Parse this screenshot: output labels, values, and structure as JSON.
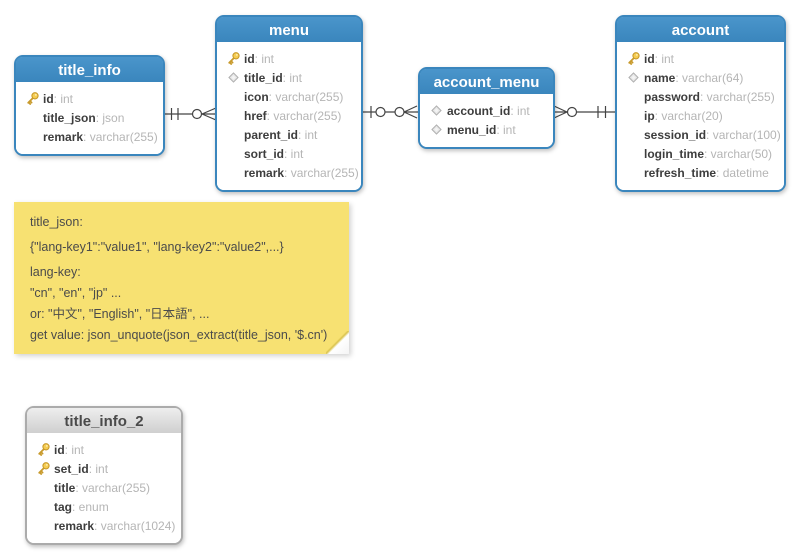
{
  "tables": [
    {
      "id": "title_info",
      "header": "title_info",
      "theme": "blue",
      "columns": [
        {
          "icon": "key",
          "name": "id",
          "type": "int"
        },
        {
          "icon": "none",
          "name": "title_json",
          "type": "json"
        },
        {
          "icon": "none",
          "name": "remark",
          "type": "varchar(255)"
        }
      ]
    },
    {
      "id": "menu",
      "header": "menu",
      "theme": "blue",
      "columns": [
        {
          "icon": "key",
          "name": "id",
          "type": "int"
        },
        {
          "icon": "diamond",
          "name": "title_id",
          "type": "int"
        },
        {
          "icon": "none",
          "name": "icon",
          "type": "varchar(255)"
        },
        {
          "icon": "none",
          "name": "href",
          "type": "varchar(255)"
        },
        {
          "icon": "none",
          "name": "parent_id",
          "type": "int"
        },
        {
          "icon": "none",
          "name": "sort_id",
          "type": "int"
        },
        {
          "icon": "none",
          "name": "remark",
          "type": "varchar(255)"
        }
      ]
    },
    {
      "id": "account_menu",
      "header": "account_menu",
      "theme": "blue",
      "columns": [
        {
          "icon": "diamond",
          "name": "account_id",
          "type": "int"
        },
        {
          "icon": "diamond",
          "name": "menu_id",
          "type": "int"
        }
      ]
    },
    {
      "id": "account",
      "header": "account",
      "theme": "blue",
      "columns": [
        {
          "icon": "key",
          "name": "id",
          "type": "int"
        },
        {
          "icon": "diamond",
          "name": "name",
          "type": "varchar(64)"
        },
        {
          "icon": "none",
          "name": "password",
          "type": "varchar(255)"
        },
        {
          "icon": "none",
          "name": "ip",
          "type": "varchar(20)"
        },
        {
          "icon": "none",
          "name": "session_id",
          "type": "varchar(100)"
        },
        {
          "icon": "none",
          "name": "login_time",
          "type": "varchar(50)"
        },
        {
          "icon": "none",
          "name": "refresh_time",
          "type": "datetime"
        }
      ]
    },
    {
      "id": "title_info_2",
      "header": "title_info_2",
      "theme": "gray",
      "columns": [
        {
          "icon": "key",
          "name": "id",
          "type": "int"
        },
        {
          "icon": "key",
          "name": "set_id",
          "type": "int"
        },
        {
          "icon": "none",
          "name": "title",
          "type": "varchar(255)"
        },
        {
          "icon": "none",
          "name": "tag",
          "type": "enum"
        },
        {
          "icon": "none",
          "name": "remark",
          "type": "varchar(1024)"
        }
      ]
    }
  ],
  "note": {
    "lines": [
      "title_json:",
      "{\"lang-key1\":\"value1\", \"lang-key2\":\"value2\",...}",
      "lang-key:",
      "\"cn\", \"en\", \"jp\" ...",
      "or: \"中文\", \"English\", \"日本語\", ...",
      "get value: json_unquote(json_extract(title_json, '$.cn')"
    ]
  },
  "relationships": [
    {
      "from": "title_info",
      "to": "menu",
      "from_cardinality": "exactly-one",
      "to_cardinality": "zero-or-many"
    },
    {
      "from": "menu",
      "to": "account_menu",
      "from_cardinality": "zero-or-one",
      "to_cardinality": "zero-or-many"
    },
    {
      "from": "account_menu",
      "to": "account",
      "from_cardinality": "zero-or-many",
      "to_cardinality": "exactly-one"
    }
  ],
  "colors": {
    "table_header_blue": "#3e8bc4",
    "table_border_blue": "#3a86bd",
    "gray_table_header": "#d8d8d8",
    "note_yellow": "#f7e172",
    "key_icon_gold": "#f2c240",
    "diamond_icon_gray": "#e2e2e2",
    "connector_line": "#444444"
  }
}
